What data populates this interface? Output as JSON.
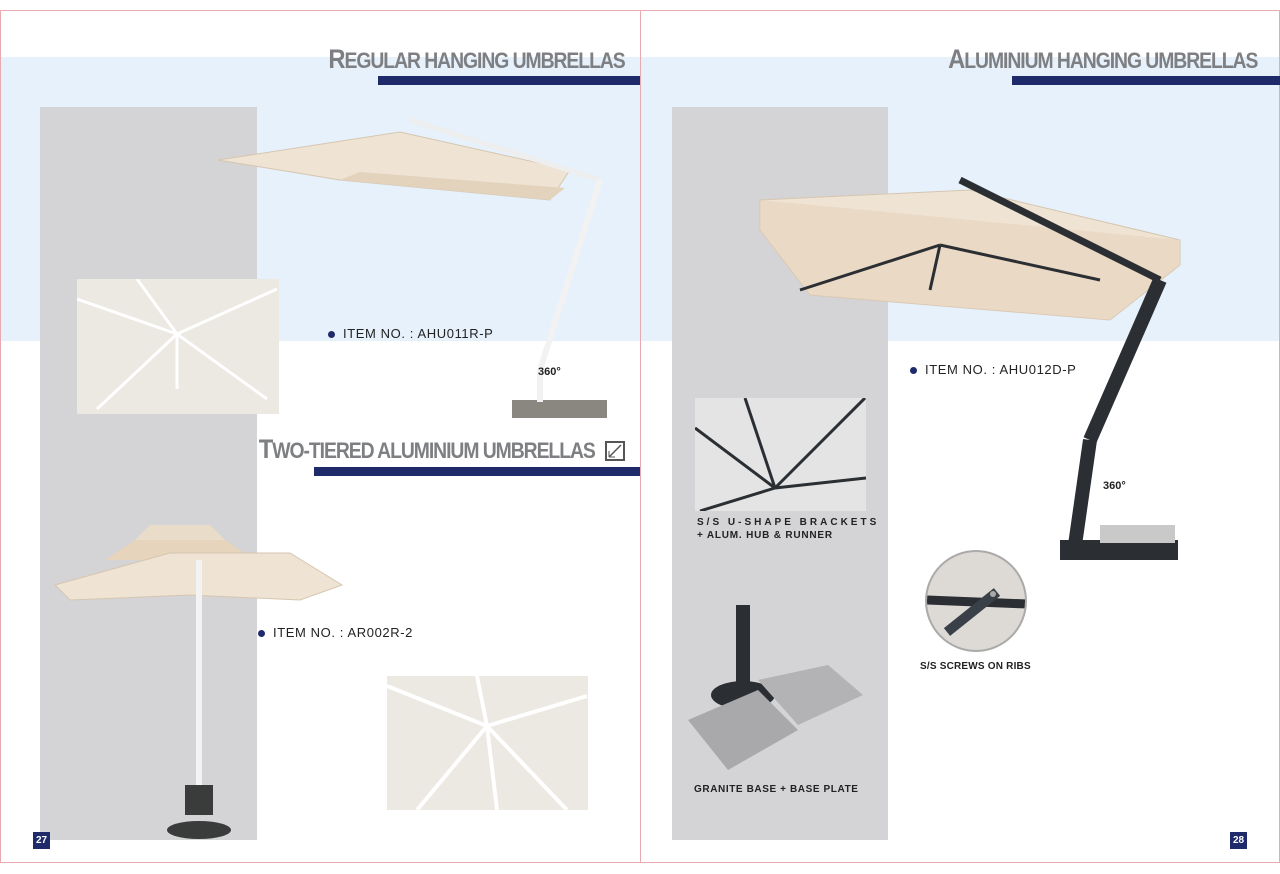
{
  "left_page": {
    "heading_1": {
      "first": "R",
      "rest": "EGULAR HANGING UMBRELLAS"
    },
    "heading_2": {
      "first": "T",
      "rest": "WO-TIERED ALUMINIUM UMBRELLAS"
    },
    "item_1": "ITEM  NO. : AHU011R-P",
    "item_2": "ITEM  NO. : AR002R-2",
    "rotation_label": "360°",
    "page_number": "27"
  },
  "right_page": {
    "heading_1": {
      "first": "A",
      "rest": "LUMINIUM HANGING UMBRELLAS"
    },
    "item_1": "ITEM  NO. : AHU012D-P",
    "rotation_label": "360°",
    "caption_brackets_1": "S/S U-SHAPE BRACKETS",
    "caption_brackets_2": "+ ALUM. HUB & RUNNER",
    "caption_screws": "S/S SCREWS ON RIBS",
    "caption_base": "GRANITE BASE + BASE PLATE",
    "page_number": "28"
  },
  "colors": {
    "navy": "#1f2a6b",
    "band": "#e6f1fb",
    "panel": "#d4d4d6",
    "canopy": "#efe3d3"
  }
}
